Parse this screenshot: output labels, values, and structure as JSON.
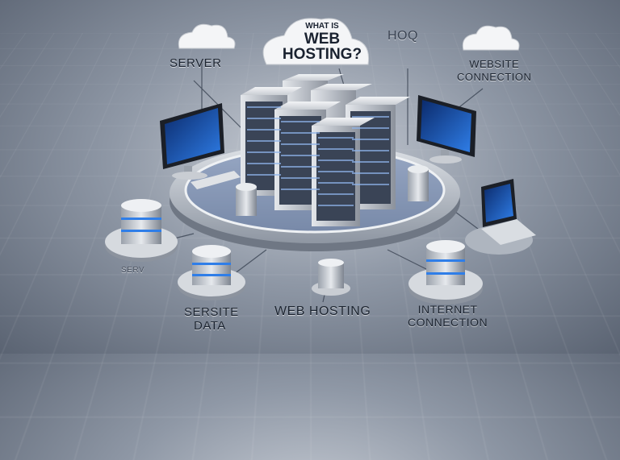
{
  "title": {
    "line1": "WHAT IS",
    "line2": "WEB",
    "line3": "HOSTING?"
  },
  "labels": {
    "server": "SERVER",
    "website_connection_1": "WEBSITE",
    "website_connection_2": "CONNECTION",
    "hoq": "HOQ",
    "sersite_data_1": "SERSITE",
    "sersite_data_2": "DATA",
    "web_hosting": "WEB HOSTING",
    "internet_connection_1": "INTERNET",
    "internet_connection_2": "CONNECTION",
    "serv": "SERV"
  },
  "colors": {
    "accent_blue": "#2f7ee8",
    "server_body": "#cfd3d9",
    "platform": "#b8bec8"
  }
}
